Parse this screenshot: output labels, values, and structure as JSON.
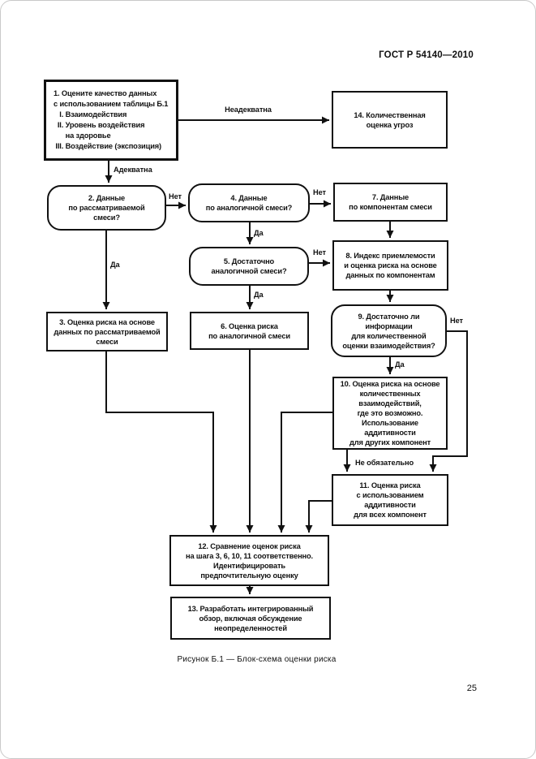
{
  "page": {
    "header": "ГОСТ Р 54140—2010",
    "caption": "Рисунок Б.1 — Блок-схема оценки риска",
    "page_number": "25"
  },
  "flowchart": {
    "boxes": [
      {
        "id": "1",
        "shape": "rect",
        "text": "1. Оцените качество данных\nс использованием таблицы Б.1\n   I. Взаимодействия\n  II. Уровень воздействия\n      на здоровье\n III. Воздействие (экспозиция)"
      },
      {
        "id": "2",
        "shape": "rounded",
        "text": "2. Данные\nпо рассматриваемой\nсмеси?"
      },
      {
        "id": "3",
        "shape": "rect",
        "text": "3. Оценка риска на основе\nданных по рассматриваемой\nсмеси"
      },
      {
        "id": "4",
        "shape": "rounded",
        "text": "4. Данные\nпо аналогичной смеси?"
      },
      {
        "id": "5",
        "shape": "rounded",
        "text": "5. Достаточно\nаналогичной смеси?"
      },
      {
        "id": "6",
        "shape": "rect",
        "text": "6. Оценка риска\nпо аналогичной смеси"
      },
      {
        "id": "7",
        "shape": "rect",
        "text": "7. Данные\nпо компонентам смеси"
      },
      {
        "id": "8",
        "shape": "rect",
        "text": "8. Индекс приемлемости\nи оценка риска на основе\nданных по компонентам"
      },
      {
        "id": "9",
        "shape": "rounded",
        "text": "9. Достаточно ли\nинформации\nдля количественной\nоценки взаимодействия?"
      },
      {
        "id": "10",
        "shape": "rect",
        "text": "10. Оценка риска на основе\nколичественных\nвзаимодействий,\nгде это возможно.\nИспользование\nаддитивности\nдля других компонент"
      },
      {
        "id": "11",
        "shape": "rect",
        "text": "11. Оценка риска\nс использованием\nаддитивности\nдля всех компонент"
      },
      {
        "id": "12",
        "shape": "rect",
        "text": "12. Сравнение оценок риска\nна шага 3, 6, 10, 11 соответственно.\nИдентифицировать\nпредпочтительную оценку"
      },
      {
        "id": "13",
        "shape": "rect",
        "text": "13. Разработать интегрированный\nобзор, включая обсуждение\nнеопределенностей"
      },
      {
        "id": "14",
        "shape": "rect",
        "text": "14. Количественная\nоценка угроз"
      }
    ],
    "edge_labels": {
      "adequate": "Адекватна",
      "inadequate": "Неадекватна",
      "yes": "Да",
      "no": "Нет",
      "optional": "Не обязательно"
    },
    "line_color": "#111111"
  }
}
